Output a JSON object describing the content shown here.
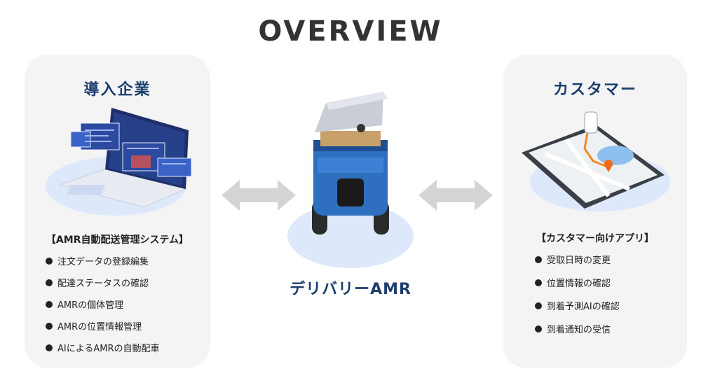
{
  "title": "OVERVIEW",
  "left_card": {
    "title": "導入企業",
    "section_heading": "【AMR自動配送管理システム】",
    "items": [
      "注文データの登録編集",
      "配達ステータスの確認",
      "AMRの個体管理",
      "AMRの位置情報管理",
      "AIによるAMRの自動配車"
    ]
  },
  "center": {
    "label": "デリバリーAMR"
  },
  "right_card": {
    "title": "カスタマー",
    "section_heading": "【カスタマー向けアプリ】",
    "items": [
      "受取日時の変更",
      "位置情報の確認",
      "到着予測AIの確認",
      "到着通知の受信"
    ]
  },
  "colors": {
    "navy": "#1c3e6e",
    "card_bg": "#f4f4f5",
    "robot_blue": "#2f6fc0",
    "arrow_gray": "#d4d4d4",
    "halo": "#dde8fb"
  }
}
